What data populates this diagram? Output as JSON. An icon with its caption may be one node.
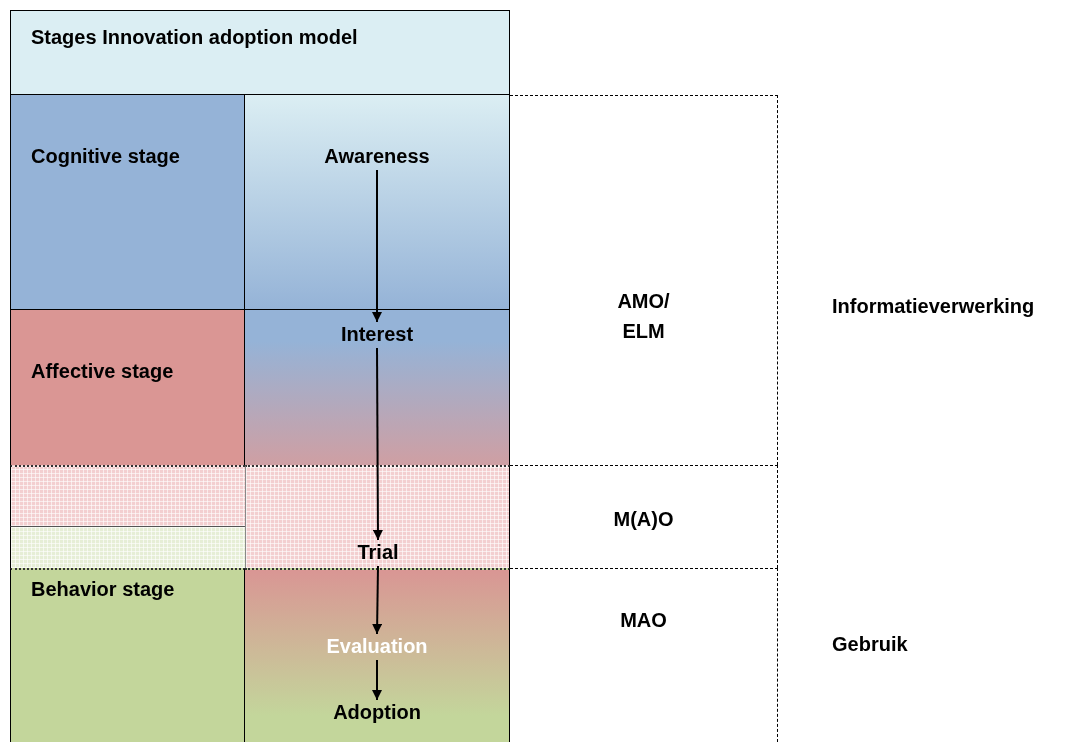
{
  "diagram": {
    "nodes": [
      {
        "text": [
          "Stages Innovation adoption model"
        ]
      },
      {
        "text": [
          "Cognitive stage"
        ]
      },
      {
        "text": [],
        "shape": "box"
      },
      {
        "text": [
          "Awareness"
        ],
        "in": 2
      },
      {
        "text": [
          "AMO/ ELM"
        ]
      },
      {
        "text": [
          "Affective stage"
        ]
      },
      {
        "text": [],
        "shape": "box"
      },
      {
        "text": [
          "Interest"
        ],
        "in": 6
      },
      {
        "text": [],
        "shape": "box"
      },
      {
        "text": [],
        "shape": "box"
      },
      {
        "text": [
          "Trial"
        ],
        "in": 9
      },
      {
        "text": [
          "M(A)O"
        ]
      },
      {
        "text": [],
        "shape": "box"
      },
      {
        "text": [
          "Behavior stage"
        ]
      },
      {
        "text": [],
        "shape": "box"
      },
      {
        "text": [
          "Evaluation"
        ],
        "in": 14
      },
      {
        "text": [
          "Adoption"
        ],
        "in": 14
      },
      {
        "text": [
          "MAO"
        ]
      }
    ],
    "edges": [
      {
        "from": 3,
        "to": 7,
        "arrow": "to"
      },
      {
        "from": 7,
        "to": 10,
        "arrow": "to"
      },
      {
        "from": 10,
        "to": 15,
        "arrow": "to"
      },
      {
        "from": 15,
        "to": 16,
        "arrow": "to"
      }
    ],
    "labels": [
      "Informatieverwerking",
      "Gebruik"
    ]
  }
}
